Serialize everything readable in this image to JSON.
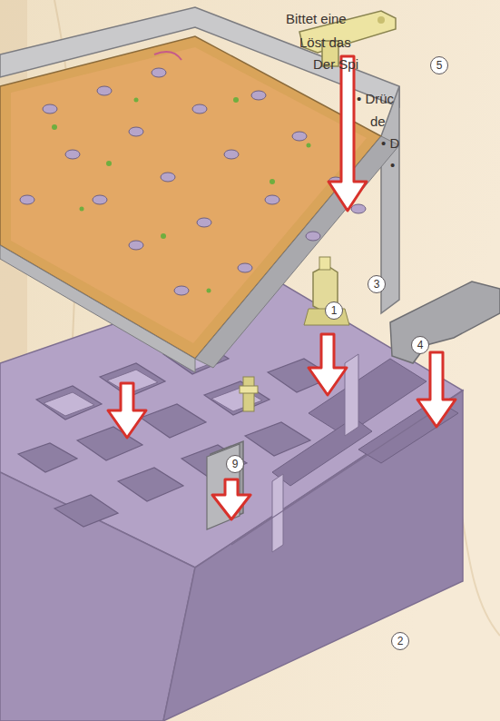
{
  "diagram": {
    "labels": [
      "Bittet eine",
      "Löst das",
      "Der Spi",
      "• Drüc",
      "de",
      "• D",
      "•",
      "5",
      "3",
      "1",
      "4",
      "9",
      "2"
    ]
  }
}
